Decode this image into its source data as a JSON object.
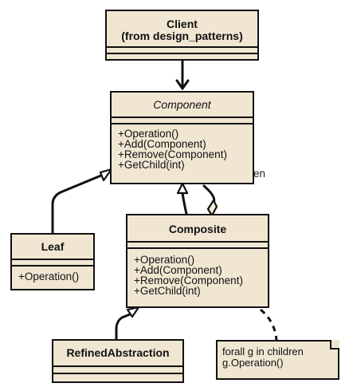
{
  "client": {
    "line1": "Client",
    "line2": "(from design_patterns)"
  },
  "component": {
    "name": "Component",
    "operations": [
      "+Operation()",
      "+Add(Component)",
      "+Remove(Component)",
      "+GetChild(int)"
    ]
  },
  "composite": {
    "name": "Composite",
    "operations": [
      "+Operation()",
      "+Add(Component)",
      "+Remove(Component)",
      "+GetChild(int)"
    ]
  },
  "leaf": {
    "name": "Leaf",
    "operations": [
      "+Operation()"
    ]
  },
  "refined": {
    "name": "RefinedAbstraction"
  },
  "note": {
    "line1": "forall g in children",
    "line2": "g.Operation()"
  },
  "association": {
    "role_fragment": "en"
  },
  "colors": {
    "box_fill": "#f0e6d2",
    "stroke": "#111111",
    "background": "#ffffff"
  }
}
